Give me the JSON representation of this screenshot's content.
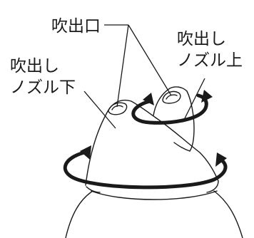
{
  "labels": {
    "outlet": "吹出口",
    "lower_line1": "吹出し",
    "lower_line2": "ノズル下",
    "upper_line1": "吹出し",
    "upper_line2": "ノズル上"
  }
}
